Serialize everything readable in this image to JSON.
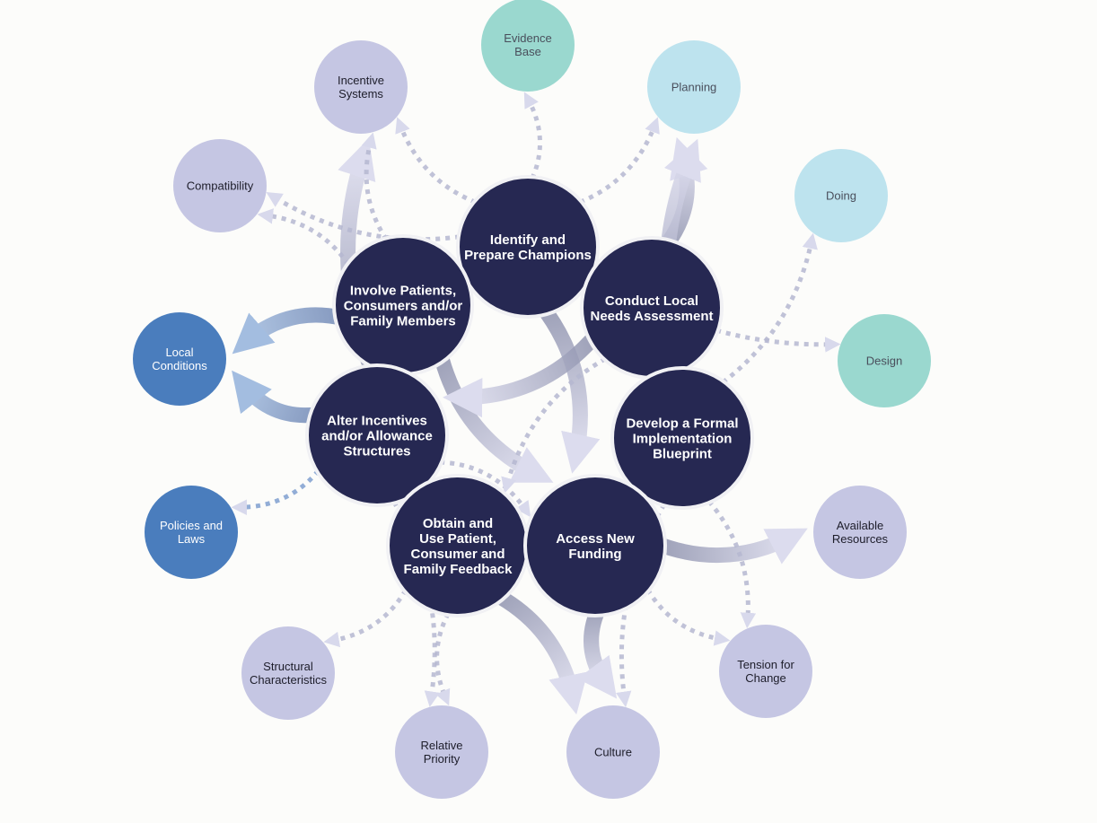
{
  "colors": {
    "core": "#262852",
    "lavender": "#c5c6e3",
    "teal": "#9ad8cf",
    "light_blue": "#bde3ee",
    "blue": "#4a7dbd",
    "edge": "#8a8eaa",
    "edge_blue": "#93afd6"
  },
  "nodes": [
    {
      "id": "champions",
      "label": [
        "Identify and",
        "Prepare Champions"
      ],
      "kind": "core"
    },
    {
      "id": "involve",
      "label": [
        "Involve Patients,",
        "Consumers and/or",
        "Family Members"
      ],
      "kind": "core"
    },
    {
      "id": "needs",
      "label": [
        "Conduct Local",
        "Needs Assessment"
      ],
      "kind": "core"
    },
    {
      "id": "alter",
      "label": [
        "Alter Incentives",
        "and/or Allowance",
        "Structures"
      ],
      "kind": "core"
    },
    {
      "id": "blueprint",
      "label": [
        "Develop a Formal",
        "Implementation",
        "Blueprint"
      ],
      "kind": "core"
    },
    {
      "id": "feedback",
      "label": [
        "Obtain and",
        "Use Patient,",
        "Consumer and",
        "Family Feedback"
      ],
      "kind": "core"
    },
    {
      "id": "funding",
      "label": [
        "Access New",
        "Funding"
      ],
      "kind": "core"
    },
    {
      "id": "evidence",
      "label": [
        "Evidence",
        "Base"
      ],
      "kind": "teal"
    },
    {
      "id": "incentive",
      "label": [
        "Incentive",
        "Systems"
      ],
      "kind": "lavender"
    },
    {
      "id": "planning",
      "label": [
        "Planning"
      ],
      "kind": "light_blue"
    },
    {
      "id": "compat",
      "label": [
        "Compatibility"
      ],
      "kind": "lavender"
    },
    {
      "id": "doing",
      "label": [
        "Doing"
      ],
      "kind": "light_blue"
    },
    {
      "id": "local",
      "label": [
        "Local",
        "Conditions"
      ],
      "kind": "blue"
    },
    {
      "id": "design",
      "label": [
        "Design"
      ],
      "kind": "teal"
    },
    {
      "id": "policies",
      "label": [
        "Policies and",
        "Laws"
      ],
      "kind": "blue"
    },
    {
      "id": "available",
      "label": [
        "Available",
        "Resources"
      ],
      "kind": "lavender"
    },
    {
      "id": "structural",
      "label": [
        "Structural",
        "Characteristics"
      ],
      "kind": "lavender"
    },
    {
      "id": "tension",
      "label": [
        "Tension for",
        "Change"
      ],
      "kind": "lavender"
    },
    {
      "id": "relative",
      "label": [
        "Relative",
        "Priority"
      ],
      "kind": "lavender"
    },
    {
      "id": "culture",
      "label": [
        "Culture"
      ],
      "kind": "lavender"
    }
  ],
  "edges": [
    {
      "from": "alter",
      "to": "incentive",
      "style": "solid"
    },
    {
      "from": "involve",
      "to": "local",
      "style": "solid"
    },
    {
      "from": "alter",
      "to": "local",
      "style": "solid"
    },
    {
      "from": "needs",
      "to": "planning",
      "style": "solid"
    },
    {
      "from": "blueprint",
      "to": "planning",
      "style": "solid"
    },
    {
      "from": "funding",
      "to": "available",
      "style": "solid"
    },
    {
      "from": "feedback",
      "to": "culture",
      "style": "solid"
    },
    {
      "from": "funding",
      "to": "culture",
      "style": "solid"
    },
    {
      "from": "champions",
      "to": "funding",
      "style": "solid"
    },
    {
      "from": "involve",
      "to": "funding",
      "style": "solid"
    },
    {
      "from": "needs",
      "to": "alter",
      "style": "solid"
    },
    {
      "from": "champions",
      "to": "evidence",
      "style": "dotted"
    },
    {
      "from": "champions",
      "to": "incentive",
      "style": "dotted"
    },
    {
      "from": "champions",
      "to": "planning",
      "style": "dotted"
    },
    {
      "from": "champions",
      "to": "compat",
      "style": "dotted"
    },
    {
      "from": "champions",
      "to": "design",
      "style": "dotted"
    },
    {
      "from": "involve",
      "to": "incentive",
      "style": "dotted"
    },
    {
      "from": "involve",
      "to": "compat",
      "style": "dotted"
    },
    {
      "from": "alter",
      "to": "policies",
      "style": "dotted"
    },
    {
      "from": "blueprint",
      "to": "doing",
      "style": "dotted"
    },
    {
      "from": "blueprint",
      "to": "tension",
      "style": "dotted"
    },
    {
      "from": "funding",
      "to": "tension",
      "style": "dotted"
    },
    {
      "from": "feedback",
      "to": "structural",
      "style": "dotted"
    },
    {
      "from": "feedback",
      "to": "relative",
      "style": "dotted"
    },
    {
      "from": "alter",
      "to": "relative",
      "style": "dotted"
    },
    {
      "from": "blueprint",
      "to": "culture",
      "style": "dotted"
    },
    {
      "from": "alter",
      "to": "funding",
      "style": "dotted"
    },
    {
      "from": "needs",
      "to": "feedback",
      "style": "dotted"
    }
  ]
}
